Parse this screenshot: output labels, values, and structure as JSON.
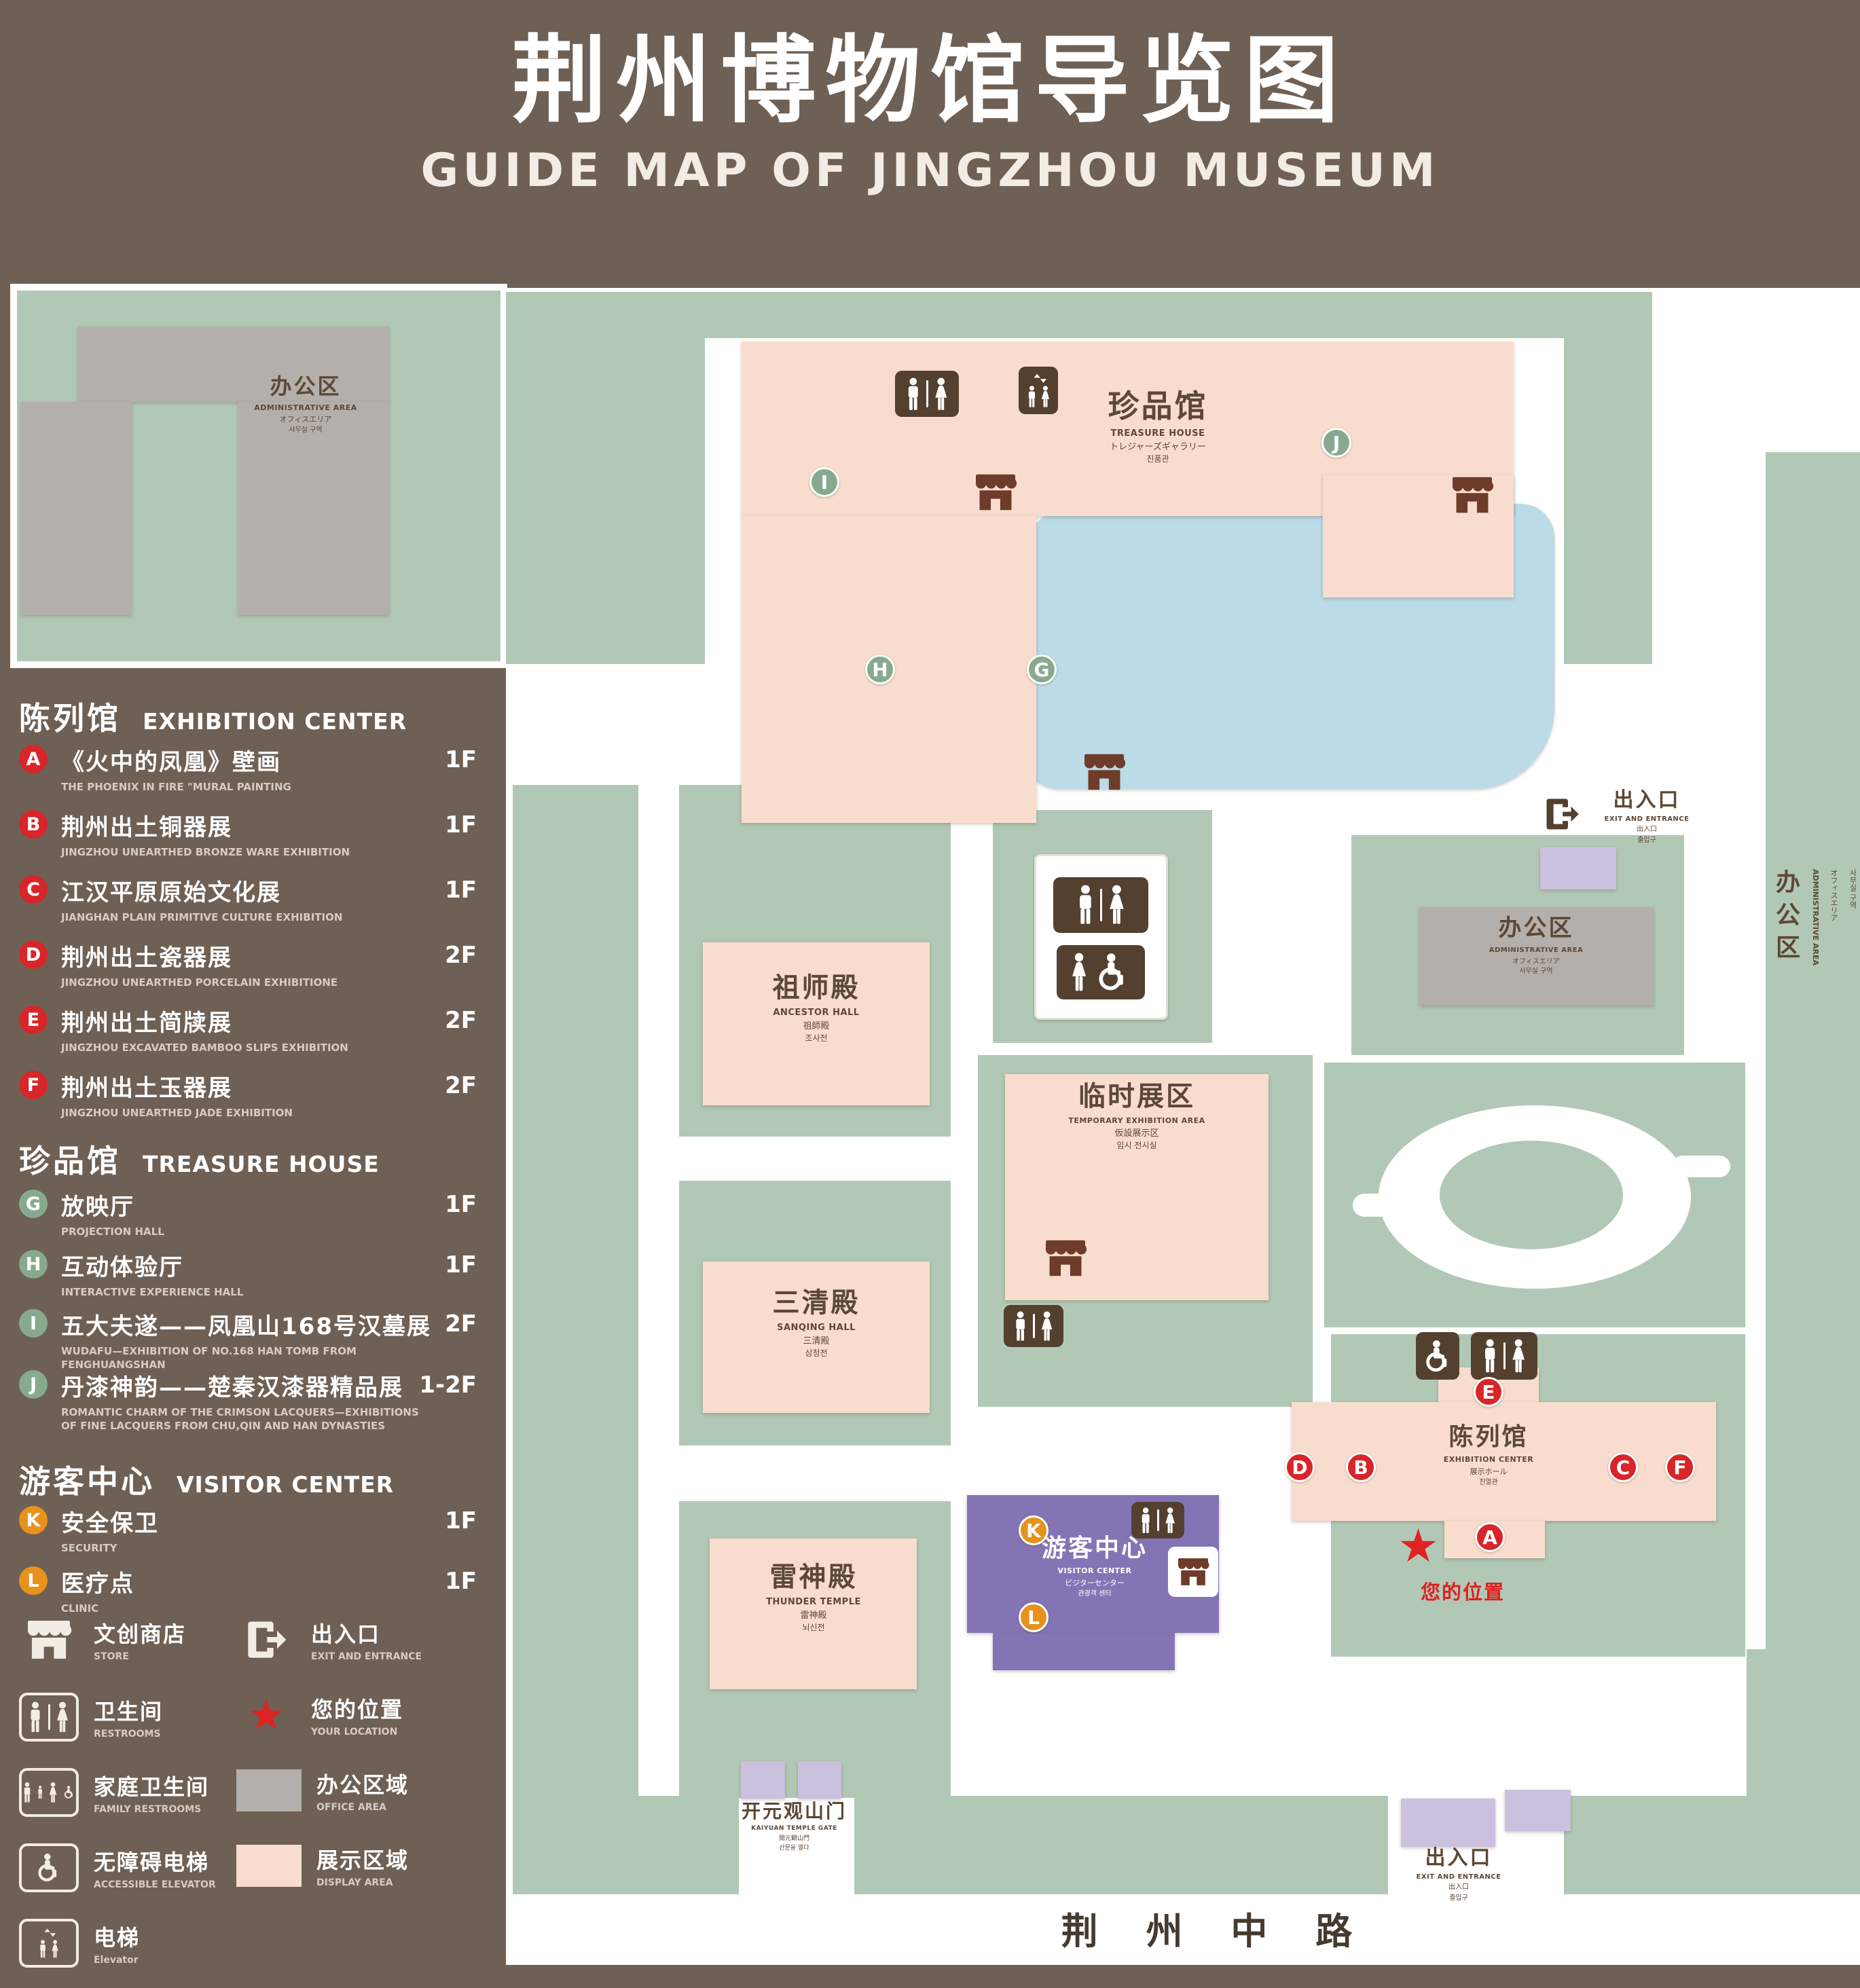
{
  "title": {
    "zh": "荆州博物馆导览图",
    "en": "GUIDE MAP OF JINGZHOU MUSEUM"
  },
  "legend": {
    "sections": [
      {
        "zh": "陈列馆",
        "en": "EXHIBITION CENTER",
        "items": [
          {
            "id": "A",
            "zh": "《火中的凤凰》壁画",
            "en": "THE PHOENIX IN FIRE \"MURAL PAINTING",
            "floor": "1F"
          },
          {
            "id": "B",
            "zh": "荆州出土铜器展",
            "en": "JINGZHOU UNEARTHED BRONZE WARE EXHIBITION",
            "floor": "1F"
          },
          {
            "id": "C",
            "zh": "江汉平原原始文化展",
            "en": "JIANGHAN PLAIN PRIMITIVE CULTURE EXHIBITION",
            "floor": "1F"
          },
          {
            "id": "D",
            "zh": "荆州出土瓷器展",
            "en": "JINGZHOU UNEARTHED PORCELAIN EXHIBITIONE",
            "floor": "2F"
          },
          {
            "id": "E",
            "zh": "荆州出土简牍展",
            "en": "JINGZHOU EXCAVATED BAMBOO SLIPS EXHIBITION",
            "floor": "2F"
          },
          {
            "id": "F",
            "zh": "荆州出土玉器展",
            "en": "JINGZHOU UNEARTHED JADE EXHIBITION",
            "floor": "2F"
          }
        ]
      },
      {
        "zh": "珍品馆",
        "en": "TREASURE HOUSE",
        "items": [
          {
            "id": "G",
            "zh": "放映厅",
            "en": "PROJECTION HALL",
            "floor": "1F"
          },
          {
            "id": "H",
            "zh": "互动体验厅",
            "en": "INTERACTIVE EXPERIENCE HALL",
            "floor": "1F"
          },
          {
            "id": "I",
            "zh": "五大夫遂——凤凰山168号汉墓展",
            "en": "WUDAFU—EXHIBITION OF NO.168 HAN TOMB FROM FENGHUANGSHAN",
            "floor": "2F"
          },
          {
            "id": "J",
            "zh": "丹漆神韵——楚秦汉漆器精品展",
            "en": "ROMANTIC CHARM OF THE CRIMSON LACQUERS—EXHIBITIONS OF FINE LACQUERS FROM CHU,QIN AND HAN DYNASTIES",
            "floor": "1-2F"
          }
        ]
      },
      {
        "zh": "游客中心",
        "en": "VISITOR CENTER",
        "items": [
          {
            "id": "K",
            "zh": "安全保卫",
            "en": "SECURITY",
            "floor": "1F"
          },
          {
            "id": "L",
            "zh": "医疗点",
            "en": "CLINIC",
            "floor": "1F"
          }
        ]
      }
    ],
    "symbols": [
      {
        "icon": "store-icon",
        "zh": "文创商店",
        "en": "STORE"
      },
      {
        "icon": "exit-icon",
        "zh": "出入口",
        "en": "EXIT AND ENTRANCE"
      },
      {
        "icon": "restroom-icon",
        "zh": "卫生间",
        "en": "RESTROOMS"
      },
      {
        "icon": "location-star-icon",
        "zh": "您的位置",
        "en": "YOUR LOCATION"
      },
      {
        "icon": "family-restroom-icon",
        "zh": "家庭卫生间",
        "en": "FAMILY RESTROOMS"
      },
      {
        "icon": "office-area-swatch",
        "zh": "办公区域",
        "en": "OFFICE AREA"
      },
      {
        "icon": "accessible-elevator-icon",
        "zh": "无障碍电梯",
        "en": "ACCESSIBLE ELEVATOR"
      },
      {
        "icon": "display-area-swatch",
        "zh": "展示区域",
        "en": "DISPLAY AREA"
      },
      {
        "icon": "elevator-icon",
        "zh": "电梯",
        "en": "Elevator"
      }
    ]
  },
  "map": {
    "admin_top_left": {
      "zh": "办公区",
      "en": "ADMINISTRATIVE AREA",
      "jp": "オフィスエリア",
      "kr": "사무실 구역"
    },
    "treasure_house": {
      "zh": "珍品馆",
      "en": "TREASURE HOUSE",
      "jp": "トレジャーズギャラリー",
      "kr": "진품관"
    },
    "exit_right": {
      "zh": "出入口",
      "en": "EXIT AND ENTRANCE",
      "jp": "出入口",
      "kr": "출입구"
    },
    "ancestor_hall": {
      "zh": "祖师殿",
      "en": "ANCESTOR HALL",
      "jp": "祖師殿",
      "kr": "조사전"
    },
    "admin_mid": {
      "zh": "办公区",
      "en": "ADMINISTRATIVE AREA",
      "jp": "オフィスエリア",
      "kr": "사무실 구역"
    },
    "temporary_exhibition": {
      "zh": "临时展区",
      "en": "TEMPORARY EXHIBITION AREA",
      "jp": "仮設展示区",
      "kr": "임시 전시실"
    },
    "sanqing_hall": {
      "zh": "三清殿",
      "en": "SANQING HALL",
      "jp": "三清殿",
      "kr": "삼청전"
    },
    "exhibition_center": {
      "zh": "陈列馆",
      "en": "EXHIBITION CENTER",
      "jp": "展示ホール",
      "kr": "진열관"
    },
    "thunder_temple": {
      "zh": "雷神殿",
      "en": "THUNDER TEMPLE",
      "jp": "雷神殿",
      "kr": "뇌신전"
    },
    "visitor_center": {
      "zh": "游客中心",
      "en": "VISITOR CENTER",
      "jp": "ビジターセンター",
      "kr": "관광객 센터"
    },
    "your_location": {
      "zh": "您的位置"
    },
    "kaiyuan_gate": {
      "zh": "开元观山门",
      "en": "KAIYUAN TEMPLE GATE",
      "jp": "開元観山門",
      "kr": "산문을 열다"
    },
    "exit_bottom": {
      "zh": "出入口",
      "en": "EXIT AND ENTRANCE",
      "jp": "出入口",
      "kr": "출입구"
    },
    "admin_right": {
      "zh": "办公区",
      "en": "ADMINISTRATIVE AREA",
      "jp": "オフィスエリア",
      "kr": "사무실 구역"
    },
    "road": {
      "zh": "荆 州 中 路"
    },
    "markers": {
      "A": "A",
      "B": "B",
      "C": "C",
      "D": "D",
      "E": "E",
      "F": "F",
      "G": "G",
      "H": "H",
      "I": "I",
      "J": "J",
      "K": "K",
      "L": "L"
    }
  },
  "colors": {
    "background_brown": "#6e6055",
    "map_green": "#b2c8b6",
    "display_area_pink": "#f8ddcf",
    "office_gray": "#b4afab",
    "water_blue": "#badbe7",
    "visitor_purple": "#8474b6",
    "entrance_lilac": "#cbc0de",
    "marker_red": "#d8252a",
    "marker_green": "#87aa8e",
    "marker_orange": "#e7921c",
    "location_red": "#e02222"
  }
}
